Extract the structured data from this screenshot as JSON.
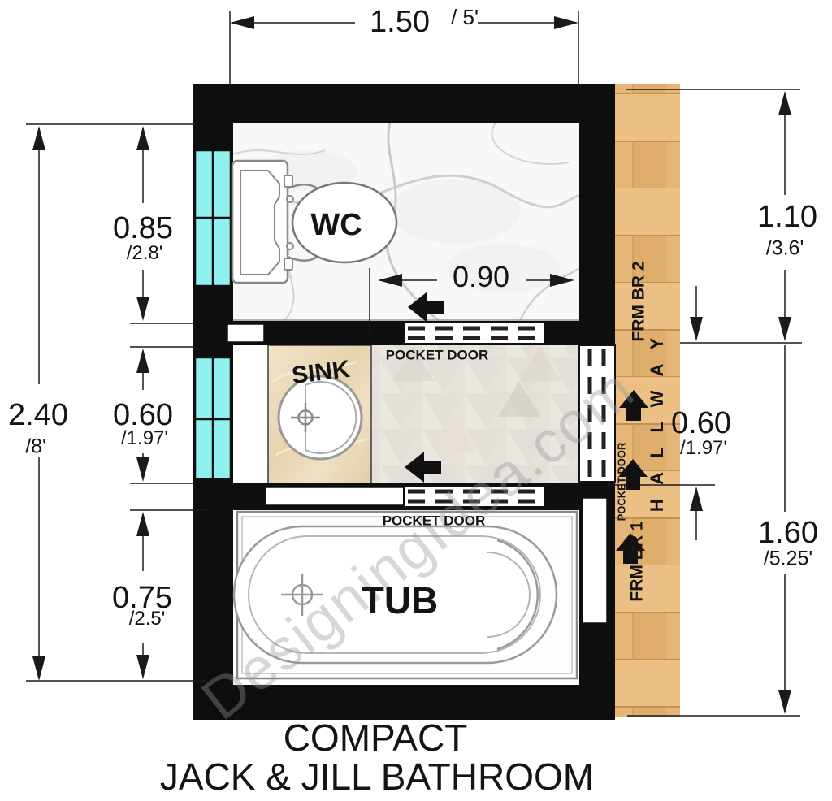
{
  "title": {
    "line1": "COMPACT",
    "line2": "JACK & JILL BATHROOM"
  },
  "watermark": "DesigningIdea.com",
  "rooms": {
    "wc": "WC",
    "sink": "SINK",
    "tub": "TUB"
  },
  "doors": {
    "top_label": "POCKET DOOR",
    "bottom_label": "POCKET DOOR",
    "right_label": "POCKET DOOR"
  },
  "hallway": {
    "label": "H A L L W A Y",
    "from_bedroom_2": "FRM BR 2",
    "from_bedroom_1": "FRM BR 1"
  },
  "dimensions": {
    "top_width": {
      "m": "1.50",
      "ft": "/ 5'"
    },
    "left_total": {
      "m": "2.40",
      "ft": "/8'"
    },
    "left_wc": {
      "m": "0.85",
      "ft": "/2.8'"
    },
    "left_sink": {
      "m": "0.60",
      "ft": "/1.97'"
    },
    "left_tub": {
      "m": "0.75",
      "ft": "/2.5'"
    },
    "wc_interior": {
      "m": "0.90"
    },
    "right_top": {
      "m": "1.10",
      "ft": "/3.6'"
    },
    "right_mid": {
      "m": "0.60",
      "ft": "/1.97'"
    },
    "right_bottom": {
      "m": "1.60",
      "ft": "/5.25'"
    }
  },
  "colors": {
    "wall": "#0e0e0e",
    "window": "#8ff0f0",
    "wood": "#e6b678",
    "counter": "#e9d7b6",
    "accent_arrow": "#111111"
  }
}
